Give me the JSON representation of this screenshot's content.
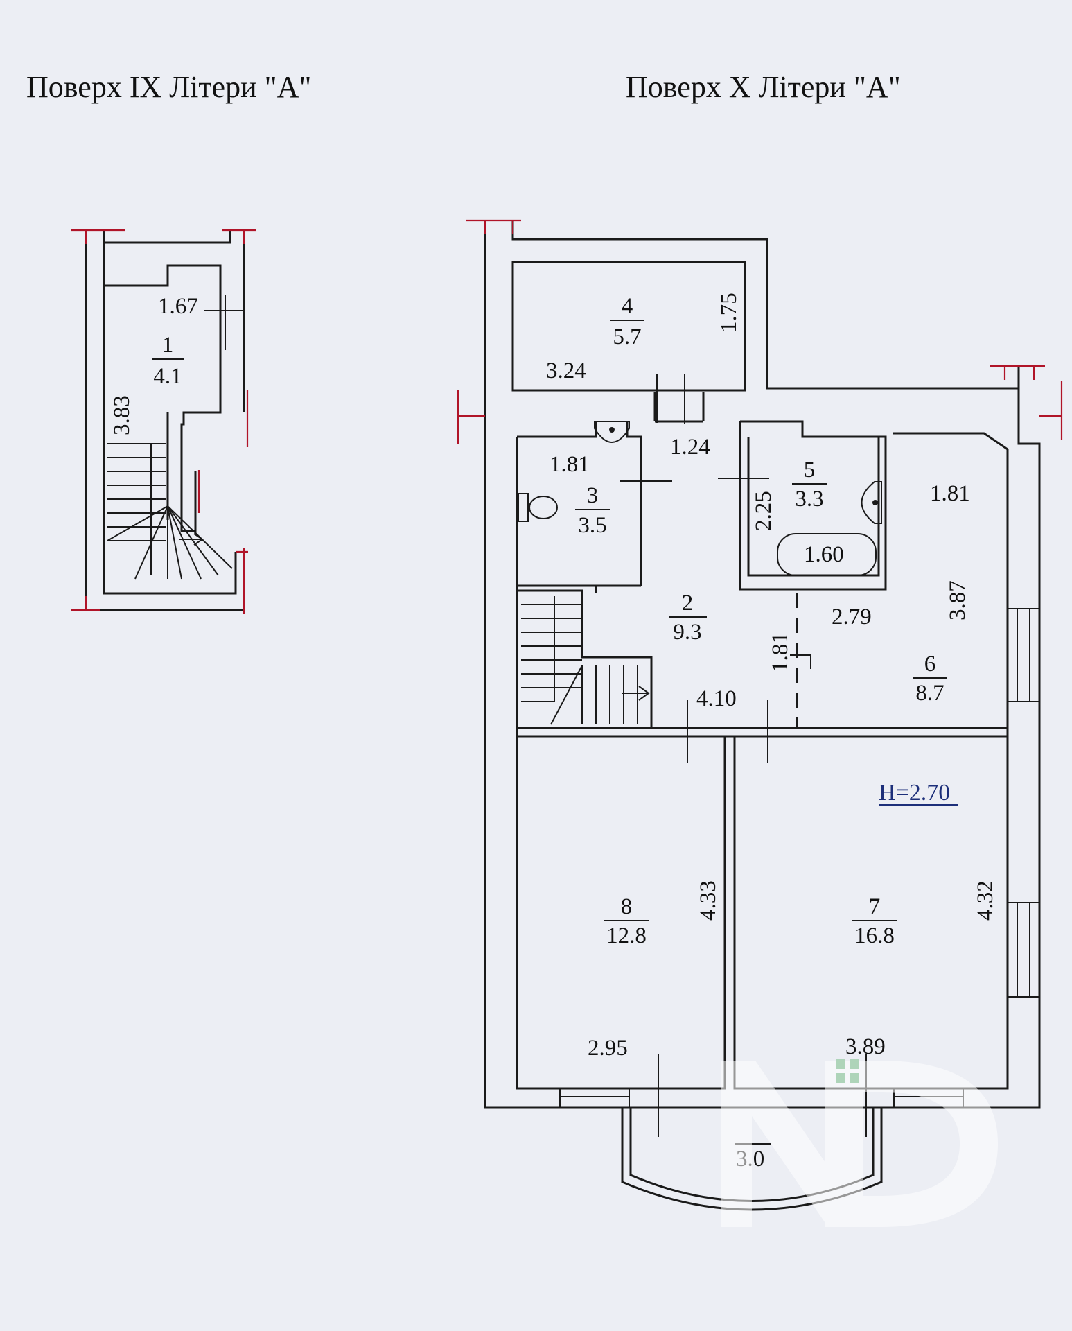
{
  "titles": {
    "floor9": "Поверх IX Літери \"А\"",
    "floor10": "Поверх X Літери \"А\""
  },
  "ceiling_height": "H=2.70",
  "floor9": {
    "rooms": [
      {
        "number": "1",
        "area": "4.1"
      }
    ],
    "dimensions": [
      "1.67",
      "3.83"
    ]
  },
  "floor10": {
    "rooms": [
      {
        "number": "2",
        "area": "9.3"
      },
      {
        "number": "3",
        "area": "3.5"
      },
      {
        "number": "4",
        "area": "5.7"
      },
      {
        "number": "5",
        "area": "3.3"
      },
      {
        "number": "6",
        "area": "8.7"
      },
      {
        "number": "7",
        "area": "16.8"
      },
      {
        "number": "8",
        "area": "12.8"
      }
    ],
    "dimensions": [
      "3.24",
      "1.75",
      "1.81",
      "1.24",
      "2.25",
      "1.60",
      "1.81",
      "3.87",
      "2.79",
      "1.81",
      "4.10",
      "4.33",
      "4.32",
      "2.95",
      "3.89",
      "3.0"
    ]
  },
  "colors": {
    "background": "#eceef4",
    "walls": "#1a1a1a",
    "axis_marks": "#b01428",
    "height_label": "#1d2f7a",
    "watermark": "#ffffff"
  }
}
